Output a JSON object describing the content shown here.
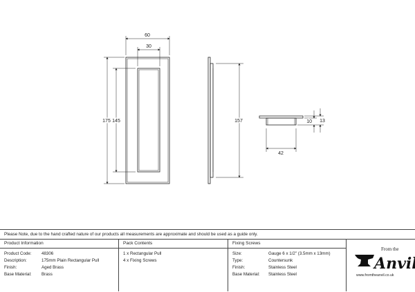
{
  "dimensions": {
    "front_width": "60",
    "front_inner_width": "30",
    "front_height": "175",
    "front_inner_height": "145",
    "side_height": "157",
    "end_width": "42",
    "end_depth_inner": "10",
    "end_depth": "13"
  },
  "note": "Please Note, due to the hand crafted nature of our products all measurements are approximate and should be used as a guide only.",
  "product_info": {
    "header": "Product Information",
    "rows": [
      {
        "label": "Product Code:",
        "value": "48306"
      },
      {
        "label": "Description:",
        "value": "175mm Plain Rectangular Pull"
      },
      {
        "label": "Finish:",
        "value": "Aged Brass"
      },
      {
        "label": "Base Material:",
        "value": "Brass"
      }
    ]
  },
  "pack_contents": {
    "header": "Pack Contents",
    "items": [
      "1 x Rectangular Pull",
      "4 x Fixing Screws"
    ]
  },
  "fixing_screws": {
    "header": "Fixing Screws",
    "rows": [
      {
        "label": "Size:",
        "value": "Gauge 6 x 1/2\" (3.5mm x 13mm)"
      },
      {
        "label": "Type:",
        "value": "Countersunk"
      },
      {
        "label": "Finish:",
        "value": "Stainless Steel"
      },
      {
        "label": "Base Material:",
        "value": "Stainless Steel"
      }
    ]
  },
  "logo": {
    "from_the": "From the",
    "brand": "Anvil",
    "url": "www.fromtheanvil.co.uk"
  }
}
